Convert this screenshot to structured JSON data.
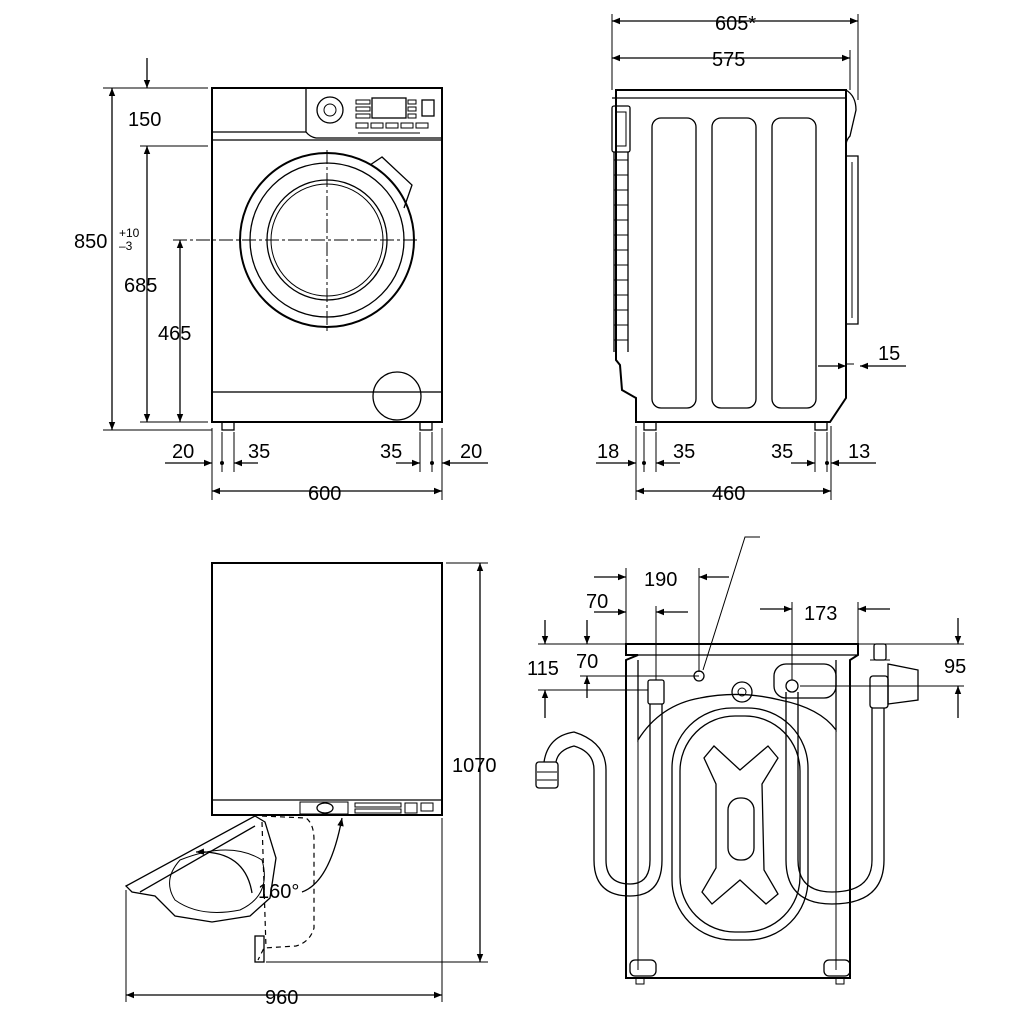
{
  "front_view": {
    "top_panel_height": "150",
    "total_height": "850",
    "height_tolerance_upper": "+10",
    "height_tolerance_lower": "–3",
    "door_top_height": "685",
    "door_center_height": "465",
    "left_foot_offset": "20",
    "left_foot_width": "35",
    "right_foot_width": "35",
    "right_foot_offset": "20",
    "total_width": "600"
  },
  "side_view": {
    "depth_with_door": "605*",
    "depth": "575",
    "back_clearance": "15",
    "front_foot_offset": "18",
    "front_foot_width": "35",
    "back_foot_width": "35",
    "back_foot_offset": "13",
    "foot_span": "460"
  },
  "top_view": {
    "door_open_angle": "160°",
    "depth_door_open": "960",
    "height_with_door_swing": "1070"
  },
  "rear_view": {
    "offset_190": "190",
    "offset_70_horizontal": "70",
    "offset_173": "173",
    "offset_115": "115",
    "offset_70_vertical": "70",
    "offset_95": "95"
  }
}
